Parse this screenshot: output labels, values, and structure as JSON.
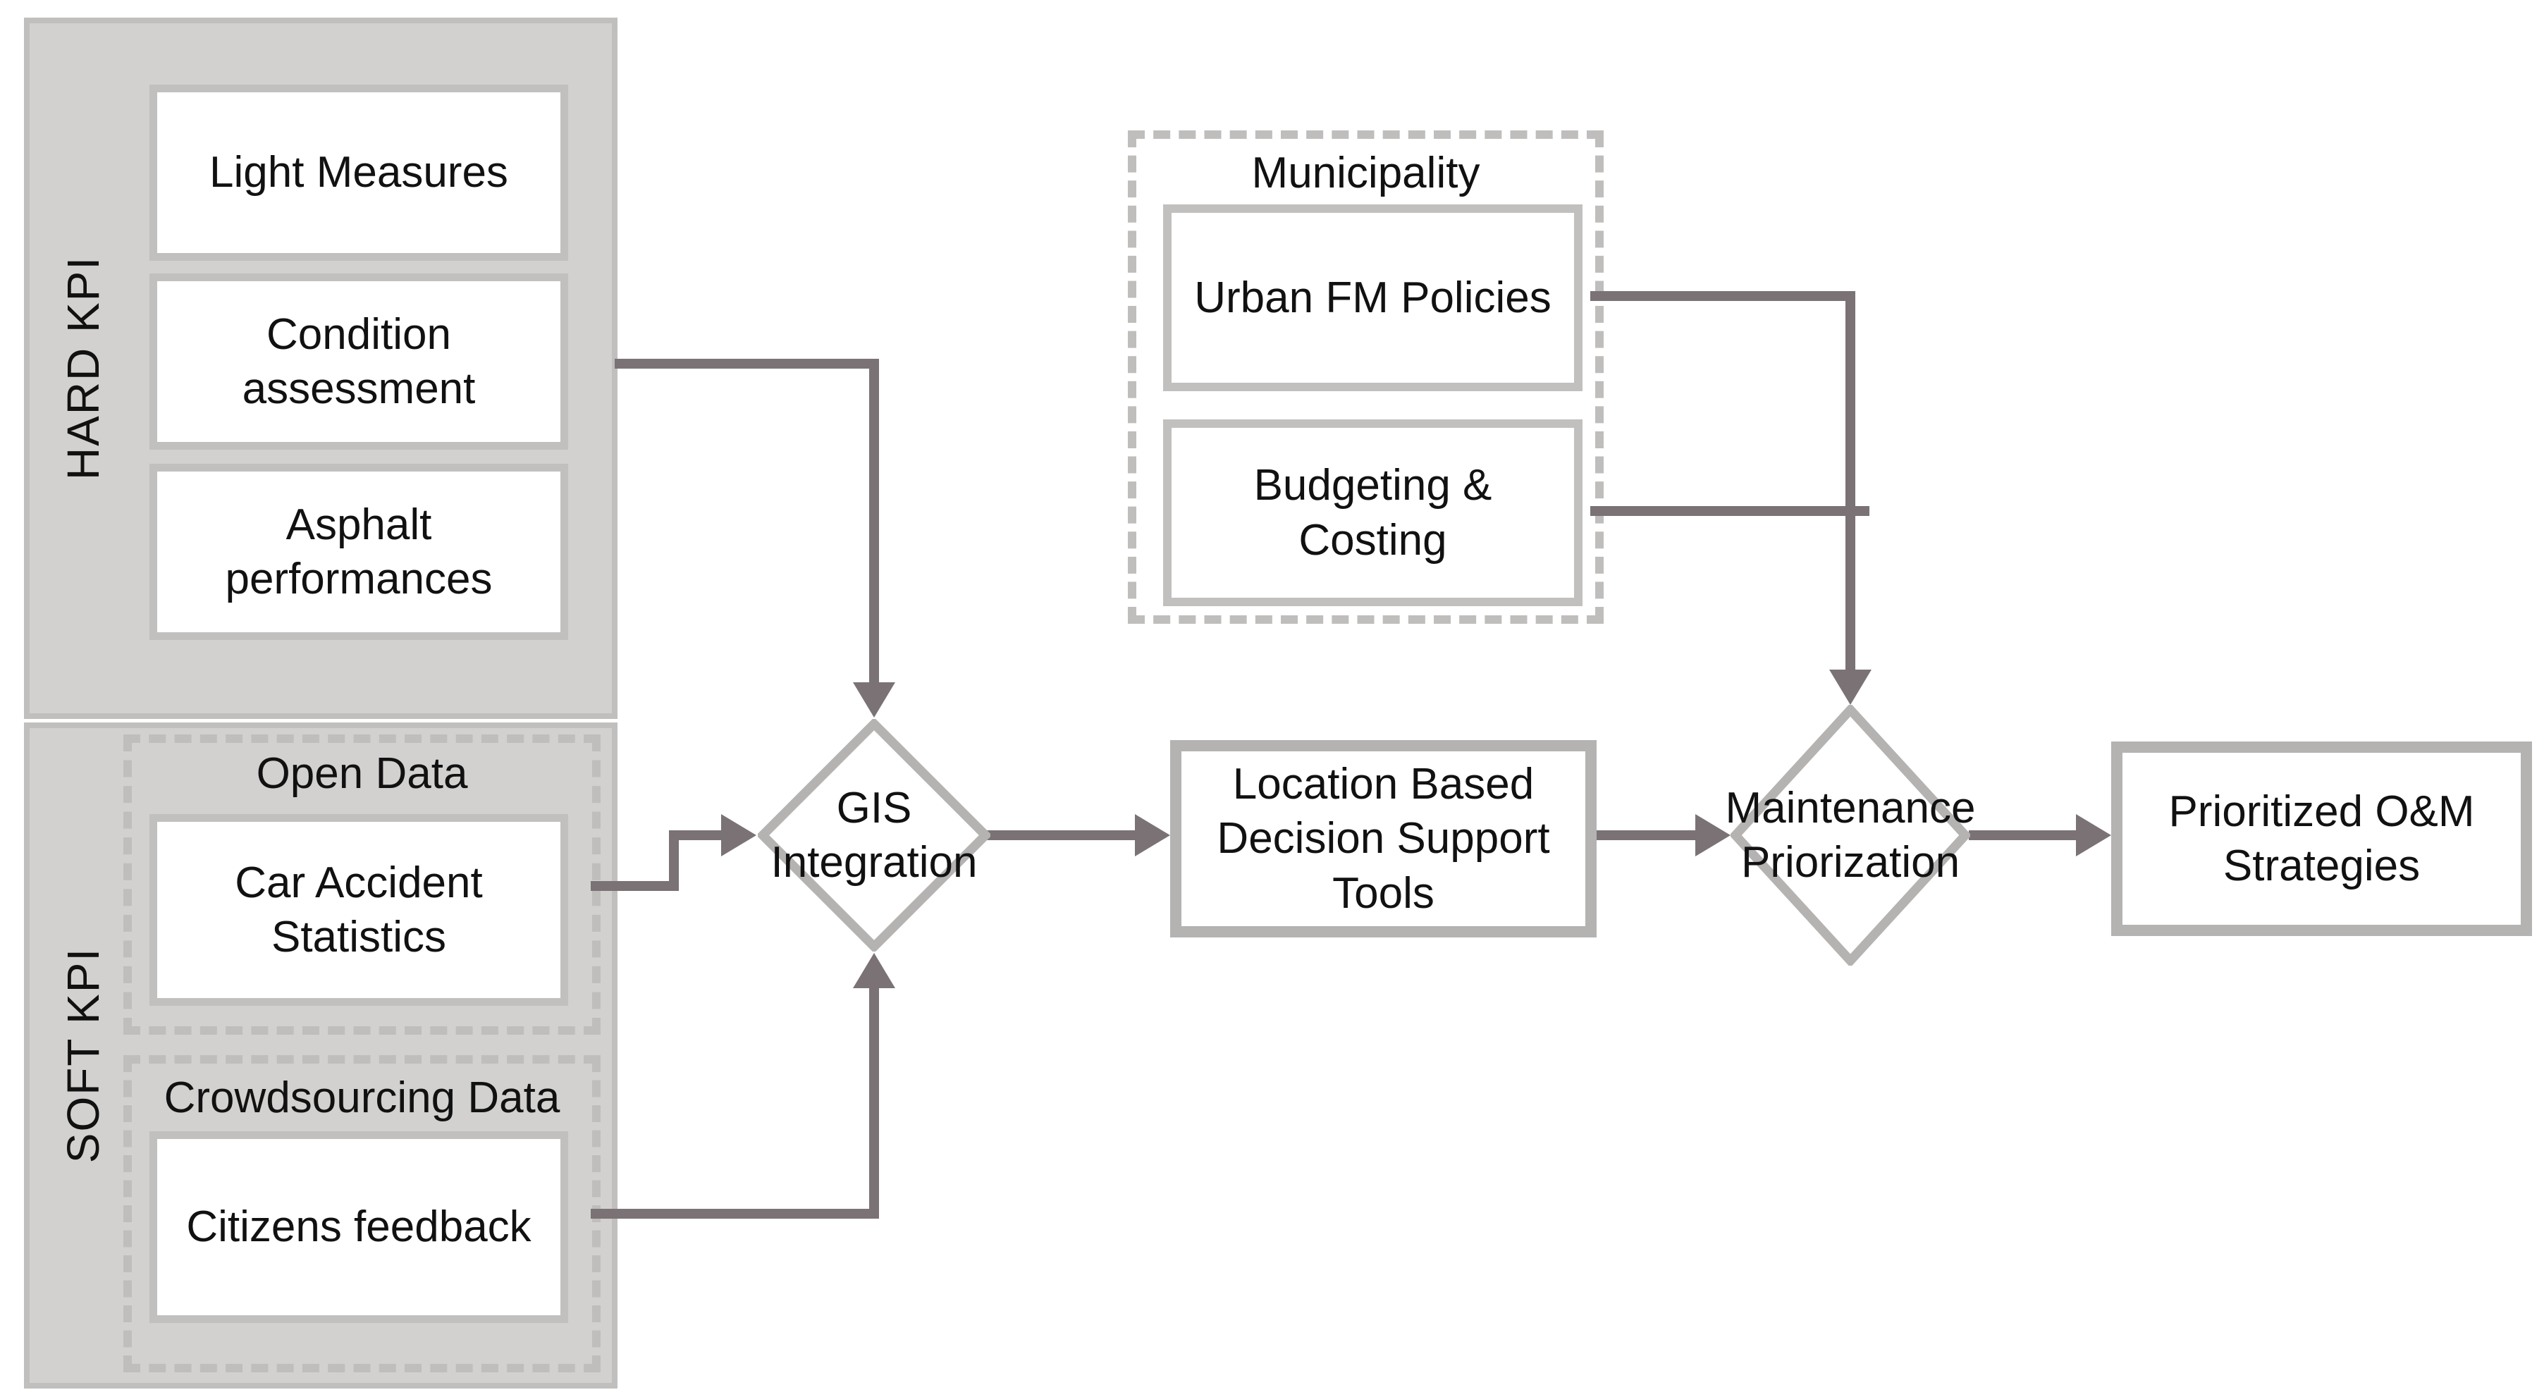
{
  "diagram": {
    "hard_kpi": {
      "label": "HARD KPI",
      "items": [
        {
          "label": "Light Measures"
        },
        {
          "label": "Condition assessment"
        },
        {
          "label": "Asphalt performances"
        }
      ]
    },
    "soft_kpi": {
      "label": "SOFT KPI",
      "groups": [
        {
          "title": "Open Data",
          "items": [
            {
              "label": "Car Accident Statistics"
            }
          ]
        },
        {
          "title": "Crowdsourcing Data",
          "items": [
            {
              "label": "Citizens feedback"
            }
          ]
        }
      ]
    },
    "municipality": {
      "title": "Municipality",
      "items": [
        {
          "label": "Urban FM Policies"
        },
        {
          "label": "Budgeting & Costing"
        }
      ]
    },
    "flow": {
      "gis": {
        "label": "GIS Integration"
      },
      "location": {
        "label": "Location Based Decision Support Tools"
      },
      "maintenance": {
        "label": "Maintenance Priorization"
      },
      "output": {
        "label": "Prioritized O&M Strategies"
      }
    }
  },
  "colors": {
    "background": "#ffffff",
    "panel_fill": "#d2d1cf",
    "panel_border": "#c0bfbd",
    "box_border": "#c1c0be",
    "strong_border": "#b5b3b1",
    "dashed_border": "#bfbebc",
    "arrow": "#7a7274",
    "text": "#111111"
  }
}
